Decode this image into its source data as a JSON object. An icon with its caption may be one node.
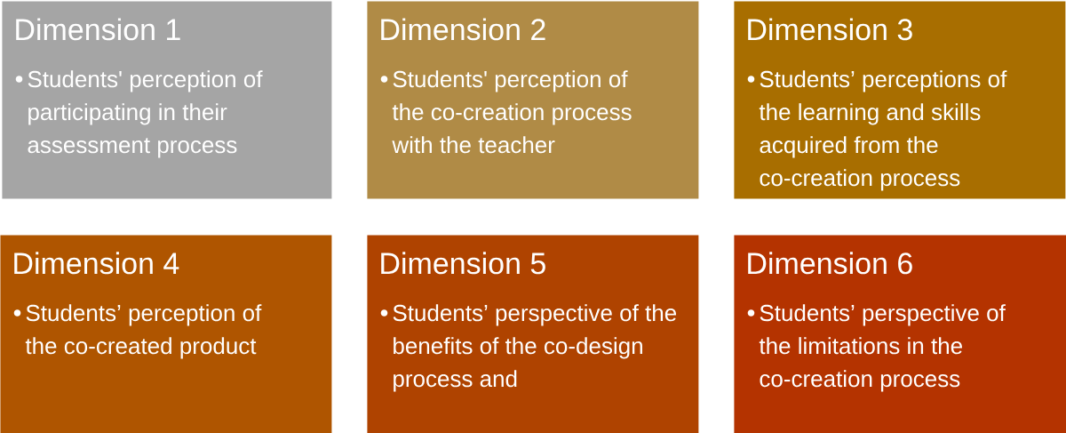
{
  "diagram": {
    "nodes": [
      {
        "text": [
          "Dimension 1",
          "Students' perception of participating in their assessment process"
        ]
      },
      {
        "text": [
          "Dimension 2",
          "Students' perception of the co-creation process with the teacher"
        ]
      },
      {
        "text": [
          "Dimension 3",
          "Students’ perceptions of the learning and skills acquired from the co-creation process"
        ]
      },
      {
        "text": [
          "Dimension 4",
          "Students’ perception of the co-created product"
        ]
      },
      {
        "text": [
          "Dimension 5",
          "Students’ perspective of the benefits of the co-design process and"
        ]
      },
      {
        "text": [
          "Dimension 6",
          "Students’ perspective of the limitations in the co-creation process"
        ]
      }
    ]
  }
}
